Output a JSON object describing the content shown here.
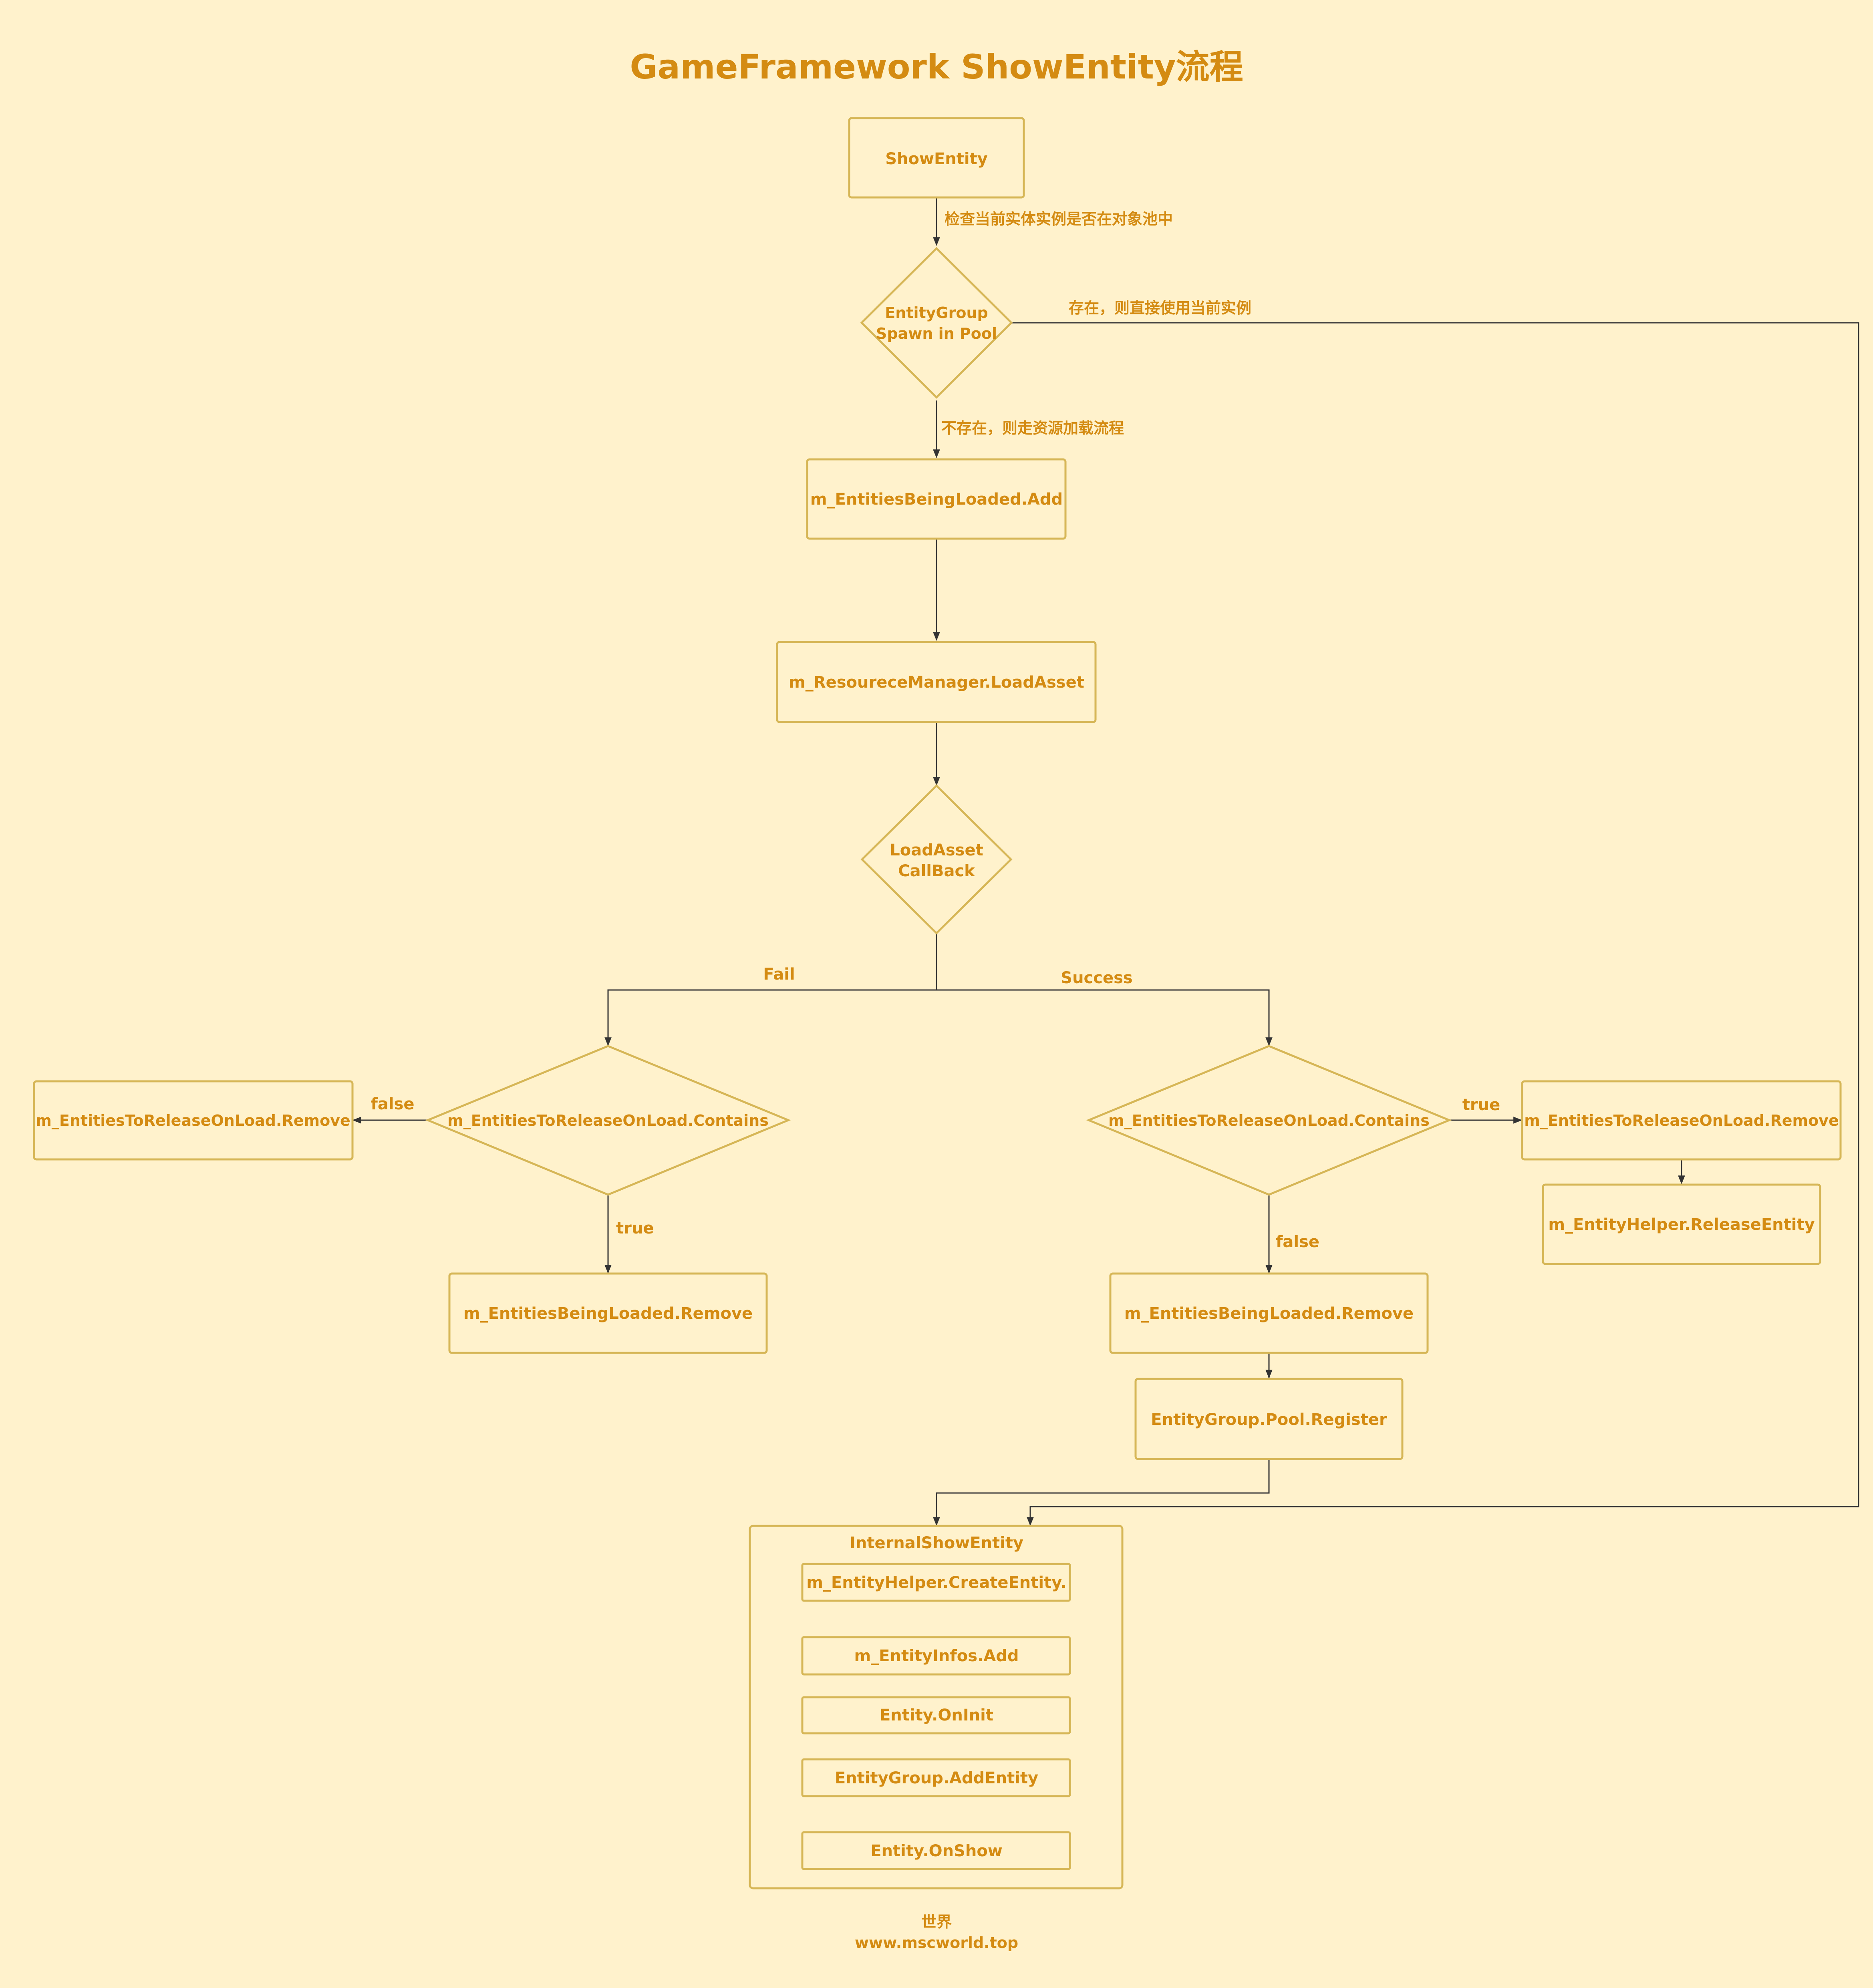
{
  "title": "GameFramework ShowEntity流程",
  "nodes": {
    "show_entity": "ShowEntity",
    "spawn_check": [
      "EntityGroup",
      "Spawn in Pool"
    ],
    "being_loaded_add": "m_EntitiesBeingLoaded.Add",
    "load_asset": "m_ResoureceManager.LoadAsset",
    "load_callback": [
      "LoadAsset",
      "CallBack"
    ],
    "fail_contains": "m_EntitiesToReleaseOnLoad.Contains",
    "fail_release_remove": "m_EntitiesToReleaseOnLoad.Remove",
    "fail_being_loaded_remove": "m_EntitiesBeingLoaded.Remove",
    "success_contains": "m_EntitiesToReleaseOnLoad.Contains",
    "success_release_remove": "m_EntitiesToReleaseOnLoad.Remove",
    "release_entity": "m_EntityHelper.ReleaseEntity",
    "success_being_loaded_remove": "m_EntitiesBeingLoaded.Remove",
    "pool_register": "EntityGroup.Pool.Register",
    "internal_show_entity": "InternalShowEntity",
    "create_entity": "m_EntityHelper.CreateEntity.",
    "entity_infos_add": "m_EntityInfos.Add",
    "on_init": "Entity.OnInit",
    "add_entity": "EntityGroup.AddEntity",
    "on_show": "Entity.OnShow"
  },
  "edge_labels": {
    "check_pool": "检查当前实体实例是否在对象池中",
    "exists": "存在，则直接使用当前实例",
    "not_exists": "不存在，则走资源加载流程",
    "fail": "Fail",
    "success": "Success",
    "fail_false": "false",
    "fail_true": "true",
    "success_true": "true",
    "success_false": "false"
  },
  "footer": {
    "name": "世界",
    "url": "www.mscworld.top"
  },
  "colors": {
    "background": "#fff2cc",
    "node_stroke": "#d6b656",
    "text": "#d48b12",
    "edge": "#333333"
  }
}
